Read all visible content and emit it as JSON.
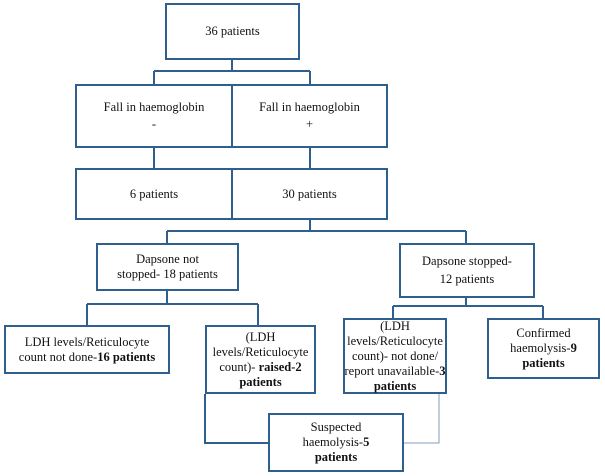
{
  "nodes": {
    "root": {
      "text": "36 patients"
    },
    "fall_neg": {
      "line1": "Fall in haemoglobin",
      "line2": "-"
    },
    "fall_pos": {
      "line1": "Fall in haemoglobin",
      "line2": "+"
    },
    "six": {
      "text": "6 patients"
    },
    "thirty": {
      "text": "30 patients"
    },
    "dapsone_not": {
      "line1": "Dapsone not",
      "line2": "stopped- 18 patients"
    },
    "dapsone_stopped": {
      "line1": "Dapsone stopped-",
      "line2": "12 patients"
    },
    "ldh_not_done": {
      "line1": "LDH levels/Reticulocyte",
      "line2_plain": "count not done-",
      "line2_bold": "16 patients"
    },
    "ldh_raised": {
      "line1": "(LDH",
      "line2": "levels/Reticulocyte",
      "line3_plain": "count)- ",
      "line3_bold": "raised-2",
      "line4_bold": "patients"
    },
    "ldh_unavailable": {
      "line1": "(LDH",
      "line2": "levels/Reticulocyte",
      "line3": "count)- not done/",
      "line4_plain": "report unavailable-",
      "line4_bold": "3",
      "line5_bold": "patients"
    },
    "confirmed": {
      "line1": "Confirmed",
      "line2_plain": "haemolysis-",
      "line2_bold": "9",
      "line3_bold": "patients"
    },
    "suspected": {
      "line1": "Suspected",
      "line2_plain": "haemolysis-",
      "line2_bold": "5",
      "line3_bold": "patients"
    }
  }
}
